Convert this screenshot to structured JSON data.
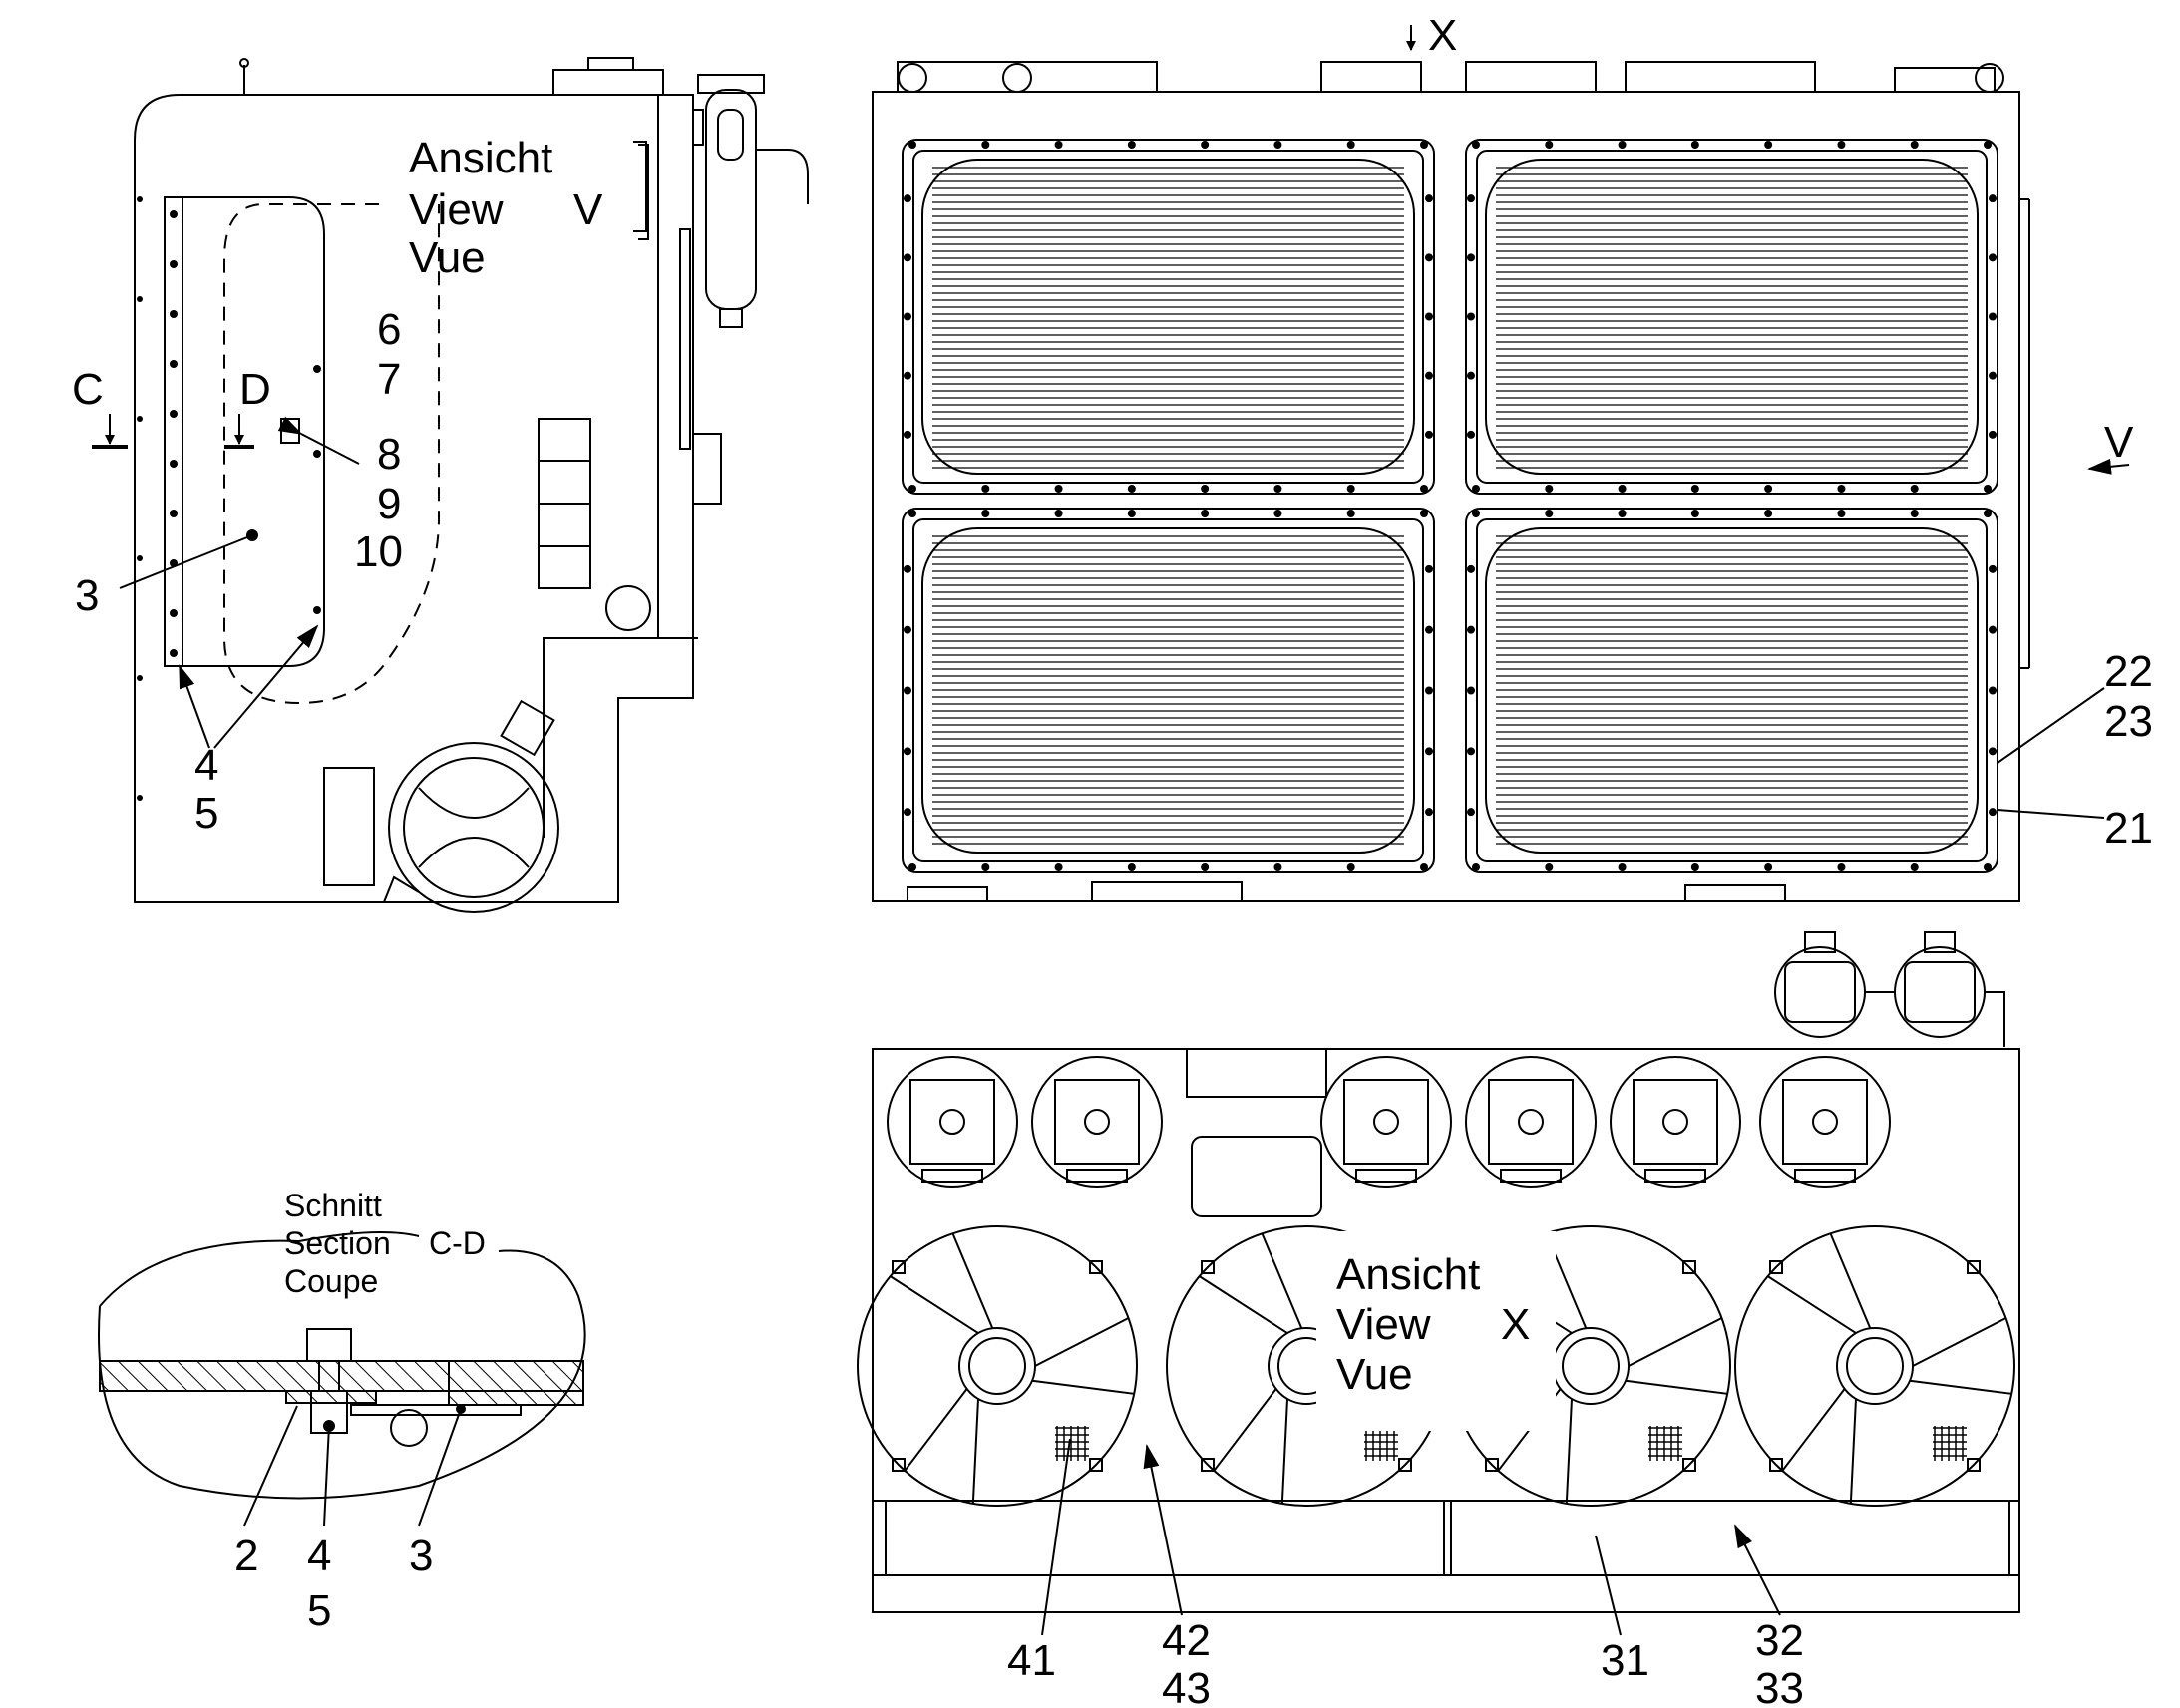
{
  "side_view": {
    "heading_lines": [
      "Ansicht",
      "View",
      "Vue"
    ],
    "view_letter": "V",
    "section_marks": [
      "C",
      "D"
    ],
    "callouts": [
      "6",
      "7",
      "8",
      "9",
      "10",
      "3",
      "4",
      "5"
    ]
  },
  "front_view": {
    "view_marks": [
      "X",
      "V"
    ],
    "callouts": [
      "22",
      "23",
      "21"
    ]
  },
  "section_detail": {
    "heading_lines": [
      "Schnitt",
      "Section",
      "Coupe"
    ],
    "section_id": "C-D",
    "callouts": [
      "2",
      "4",
      "5",
      "3"
    ]
  },
  "bottom_view": {
    "heading_lines": [
      "Ansicht",
      "View",
      "Vue"
    ],
    "view_letter": "X",
    "callouts": [
      "41",
      "42",
      "43",
      "31",
      "32",
      "33"
    ]
  },
  "colors": {
    "line": "#000000",
    "background": "#ffffff"
  }
}
